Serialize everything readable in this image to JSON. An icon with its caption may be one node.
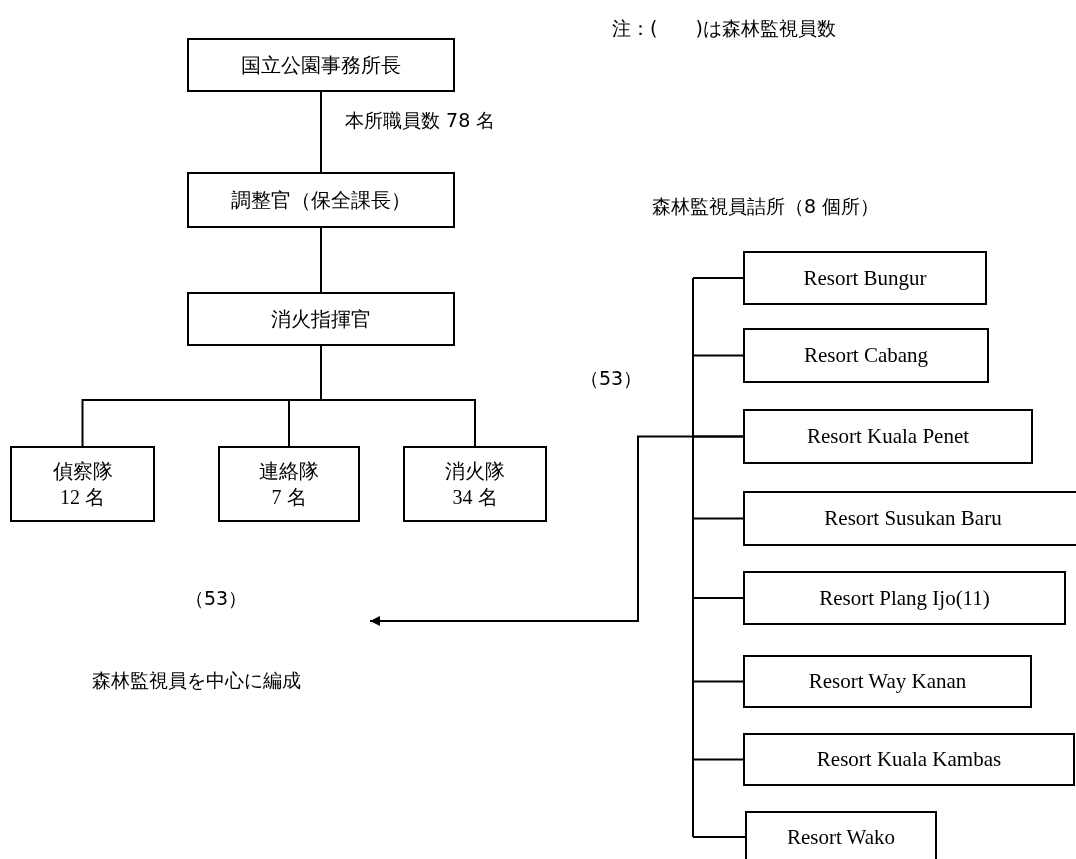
{
  "diagram": {
    "nodes": [
      {
        "text": [
          "国立公園事務所長"
        ]
      },
      {
        "text": [
          "調整官（保全課長）"
        ]
      },
      {
        "text": [
          "消火指揮官"
        ]
      },
      {
        "text": [
          "偵察隊",
          "12 名"
        ]
      },
      {
        "text": [
          "連絡隊",
          "7 名"
        ]
      },
      {
        "text": [
          "消火隊",
          "34 名"
        ]
      },
      {
        "text": [
          "Resort Bungur"
        ]
      },
      {
        "text": [
          "Resort Cabang"
        ]
      },
      {
        "text": [
          "Resort Kuala Penet"
        ]
      },
      {
        "text": [
          "Resort Susukan Baru"
        ]
      },
      {
        "text": [
          "Resort Plang Ijo(11)"
        ]
      },
      {
        "text": [
          "Resort Way Kanan"
        ]
      },
      {
        "text": [
          "Resort Kuala Kambas"
        ]
      },
      {
        "text": [
          "Resort Wako"
        ]
      }
    ],
    "edges": [
      {
        "from": 0,
        "to": 1,
        "arrow": "none"
      },
      {
        "from": 1,
        "to": 2,
        "arrow": "none"
      },
      {
        "from": 2,
        "to": 3,
        "arrow": "none"
      },
      {
        "from": 2,
        "to": 4,
        "arrow": "none"
      },
      {
        "from": 2,
        "to": 5,
        "arrow": "none"
      },
      {
        "from": null,
        "to": 6,
        "arrow": "none"
      },
      {
        "from": null,
        "to": 7,
        "arrow": "none"
      },
      {
        "from": null,
        "to": 8,
        "arrow": "none"
      },
      {
        "from": null,
        "to": 9,
        "arrow": "none"
      },
      {
        "from": null,
        "to": 10,
        "arrow": "none"
      },
      {
        "from": null,
        "to": 11,
        "arrow": "none"
      },
      {
        "from": null,
        "to": 12,
        "arrow": "none"
      },
      {
        "from": null,
        "to": 13,
        "arrow": "none"
      },
      {
        "from": 8,
        "to": null,
        "arrow": "to"
      }
    ],
    "labels": [
      "注：(　　)は森林監視員数",
      "本所職員数 78 名",
      "森林監視員詰所（8 個所）",
      "（53）",
      "（53）",
      "森林監視員を中心に編成"
    ]
  }
}
